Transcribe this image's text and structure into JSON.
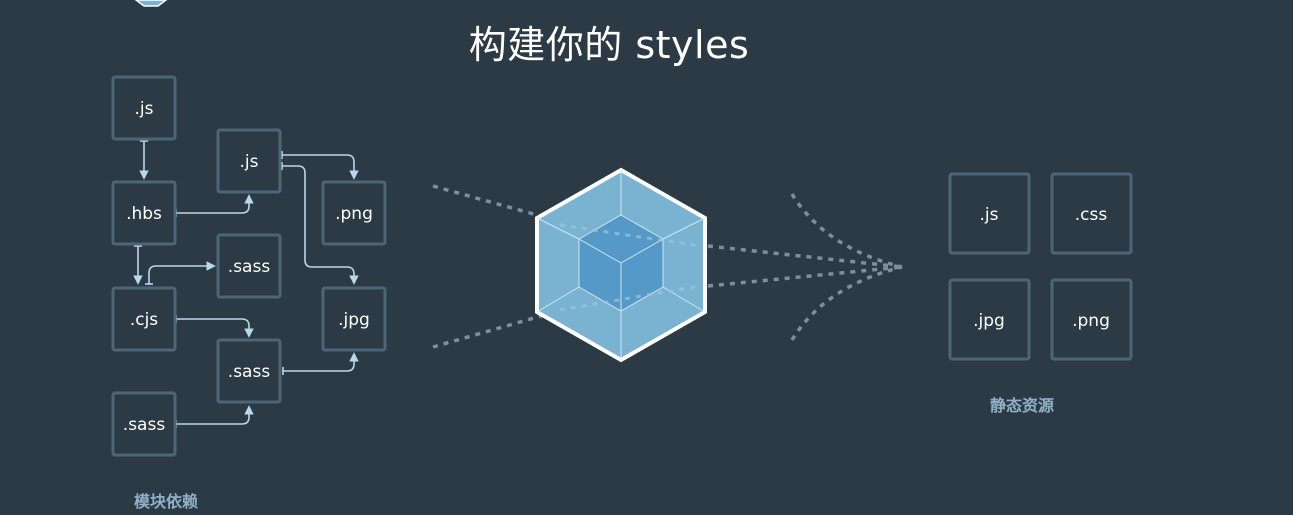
{
  "title": "构建你的 styles",
  "modules": {
    "caption": "模块依赖",
    "nodes": [
      {
        "id": "js1",
        "label": ".js"
      },
      {
        "id": "hbs",
        "label": ".hbs"
      },
      {
        "id": "cjs",
        "label": ".cjs"
      },
      {
        "id": "sass1",
        "label": ".sass"
      },
      {
        "id": "js2",
        "label": ".js"
      },
      {
        "id": "sass2",
        "label": ".sass"
      },
      {
        "id": "sass3",
        "label": ".sass"
      },
      {
        "id": "png",
        "label": ".png"
      },
      {
        "id": "jpg",
        "label": ".jpg"
      }
    ]
  },
  "assets": {
    "caption": "静态资源",
    "nodes": [
      {
        "id": "js",
        "label": ".js"
      },
      {
        "id": "css",
        "label": ".css"
      },
      {
        "id": "jpg",
        "label": ".jpg"
      },
      {
        "id": "png",
        "label": ".png"
      }
    ]
  },
  "colors": {
    "background": "#2b3a45",
    "box_border": "#4c6577",
    "arrow": "#b9d8ea",
    "dotted": "#7d8f9c",
    "cube_outer": "#7ab3d2",
    "cube_inner": "#5599c8",
    "cube_stroke": "#ffffff"
  }
}
